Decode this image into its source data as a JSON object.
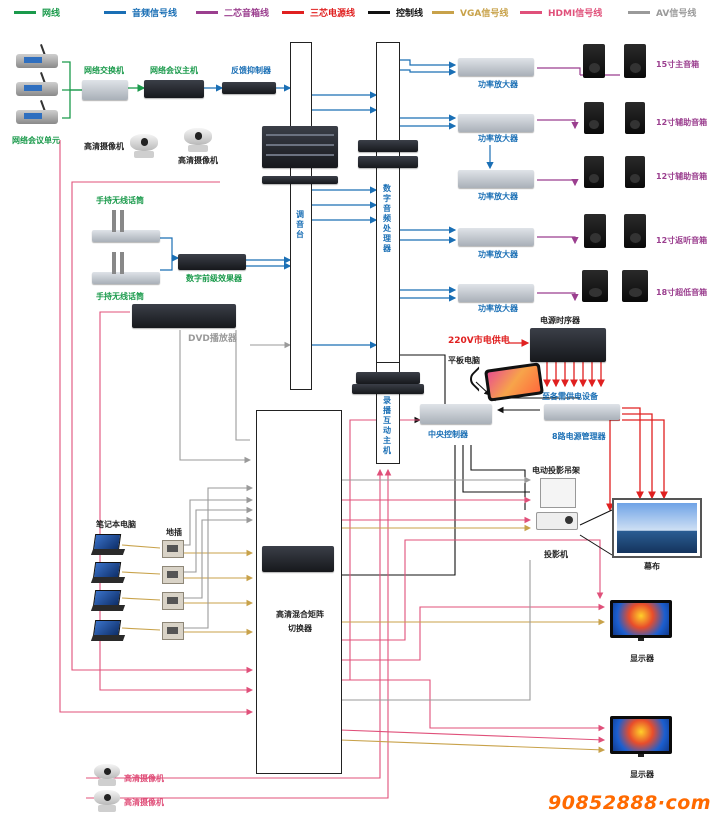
{
  "legend": [
    {
      "label": "网线",
      "color": "#1a9a4b"
    },
    {
      "label": "音频信号线",
      "color": "#1a6fb5"
    },
    {
      "label": "二芯音箱线",
      "color": "#9b3f8f"
    },
    {
      "label": "三芯电源线",
      "color": "#e02020"
    },
    {
      "label": "控制线",
      "color": "#111111"
    },
    {
      "label": "VGA信号线",
      "color": "#c8a24a"
    },
    {
      "label": "HDMI信号线",
      "color": "#e0507a"
    },
    {
      "label": "AV信号线",
      "color": "#9a9a9a"
    }
  ],
  "colors": {
    "network": "#1a9a4b",
    "audio": "#1a6fb5",
    "speaker": "#9b3f8f",
    "power": "#e02020",
    "control": "#111111",
    "vga": "#c8a24a",
    "hdmi": "#e0507a",
    "av": "#9a9a9a"
  },
  "labels": {
    "conf_unit": "网络会议单元",
    "net_switch": "网络交换机",
    "conf_host": "网络会议主机",
    "feedback": "反馈抑制器",
    "hd_cam1": "高清摄像机",
    "hd_cam2": "高清摄像机",
    "wireless_mic1": "手持无线话筒",
    "wireless_mic2": "手持无线话筒",
    "effects": "数字前级效果器",
    "dvd": "DVD播放器",
    "mixer": "调音台",
    "dsp": "数字音频处理器",
    "amp1": "功率放大器",
    "amp2": "功率放大器",
    "amp3": "功率放大器",
    "amp4": "功率放大器",
    "amp5": "功率放大器",
    "spk1": "15寸主音箱",
    "spk2": "12寸辅助音箱",
    "spk3": "12寸辅助音箱",
    "spk4": "12寸返听音箱",
    "spk5": "18寸超低音箱",
    "power_220": "220V市电供电",
    "power_seq": "电源时序器",
    "power_all": "至各需供电设备",
    "power_mgr": "8路电源管理器",
    "tablet": "平板电脑",
    "recorder": "录播互动主机",
    "central": "中央控制器",
    "lift": "电动投影吊架",
    "projector": "投影机",
    "screen": "幕布",
    "laptop": "笔记本电脑",
    "socket": "地插",
    "matrix": "高清混合矩阵切换器",
    "display1": "显示器",
    "display2": "显示器",
    "hd_cam3": "高清摄像机",
    "hd_cam4": "高清摄像机"
  },
  "watermark": "90852888·com"
}
